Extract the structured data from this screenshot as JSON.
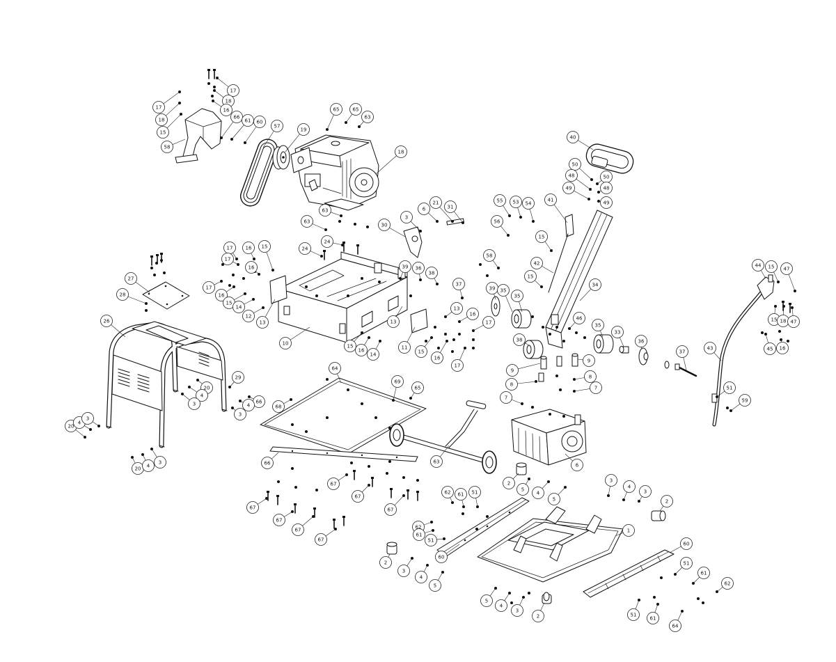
{
  "diagram": {
    "line_color": "#111111",
    "background": "#ffffff",
    "callouts": [
      "17",
      "18",
      "16",
      "17",
      "18",
      "15",
      "58",
      "66",
      "61",
      "60",
      "57",
      "19",
      "65",
      "65",
      "63",
      "18",
      "63",
      "63",
      "24",
      "24",
      "30",
      "3",
      "6",
      "21",
      "31",
      "55",
      "53",
      "54",
      "56",
      "41",
      "40",
      "50",
      "50",
      "48",
      "48",
      "49",
      "49",
      "15",
      "58",
      "42",
      "15",
      "34",
      "17",
      "16",
      "15",
      "17",
      "16",
      "17",
      "16",
      "15",
      "14",
      "12",
      "13",
      "10",
      "27",
      "28",
      "39",
      "36",
      "38",
      "37",
      "39",
      "35",
      "35",
      "13",
      "11",
      "13",
      "16",
      "17",
      "15",
      "16",
      "17",
      "15",
      "16",
      "14",
      "46",
      "35",
      "33",
      "36",
      "37",
      "38",
      "9",
      "9",
      "8",
      "8",
      "7",
      "7",
      "44",
      "15",
      "47",
      "15",
      "18",
      "47",
      "45",
      "16",
      "43",
      "51",
      "59",
      "26",
      "29",
      "20",
      "4",
      "3",
      "66",
      "4",
      "3",
      "64",
      "68",
      "69",
      "65",
      "20",
      "4",
      "3",
      "20",
      "4",
      "3",
      "66",
      "63",
      "67",
      "67",
      "67",
      "67",
      "67",
      "67",
      "67",
      "6",
      "2",
      "5",
      "4",
      "5",
      "3",
      "4",
      "3",
      "2",
      "62",
      "61",
      "51",
      "62",
      "61",
      "51",
      "60",
      "1",
      "2",
      "3",
      "4",
      "5",
      "60",
      "51",
      "61",
      "62",
      "5",
      "4",
      "3",
      "2",
      "51",
      "61",
      "64"
    ]
  }
}
